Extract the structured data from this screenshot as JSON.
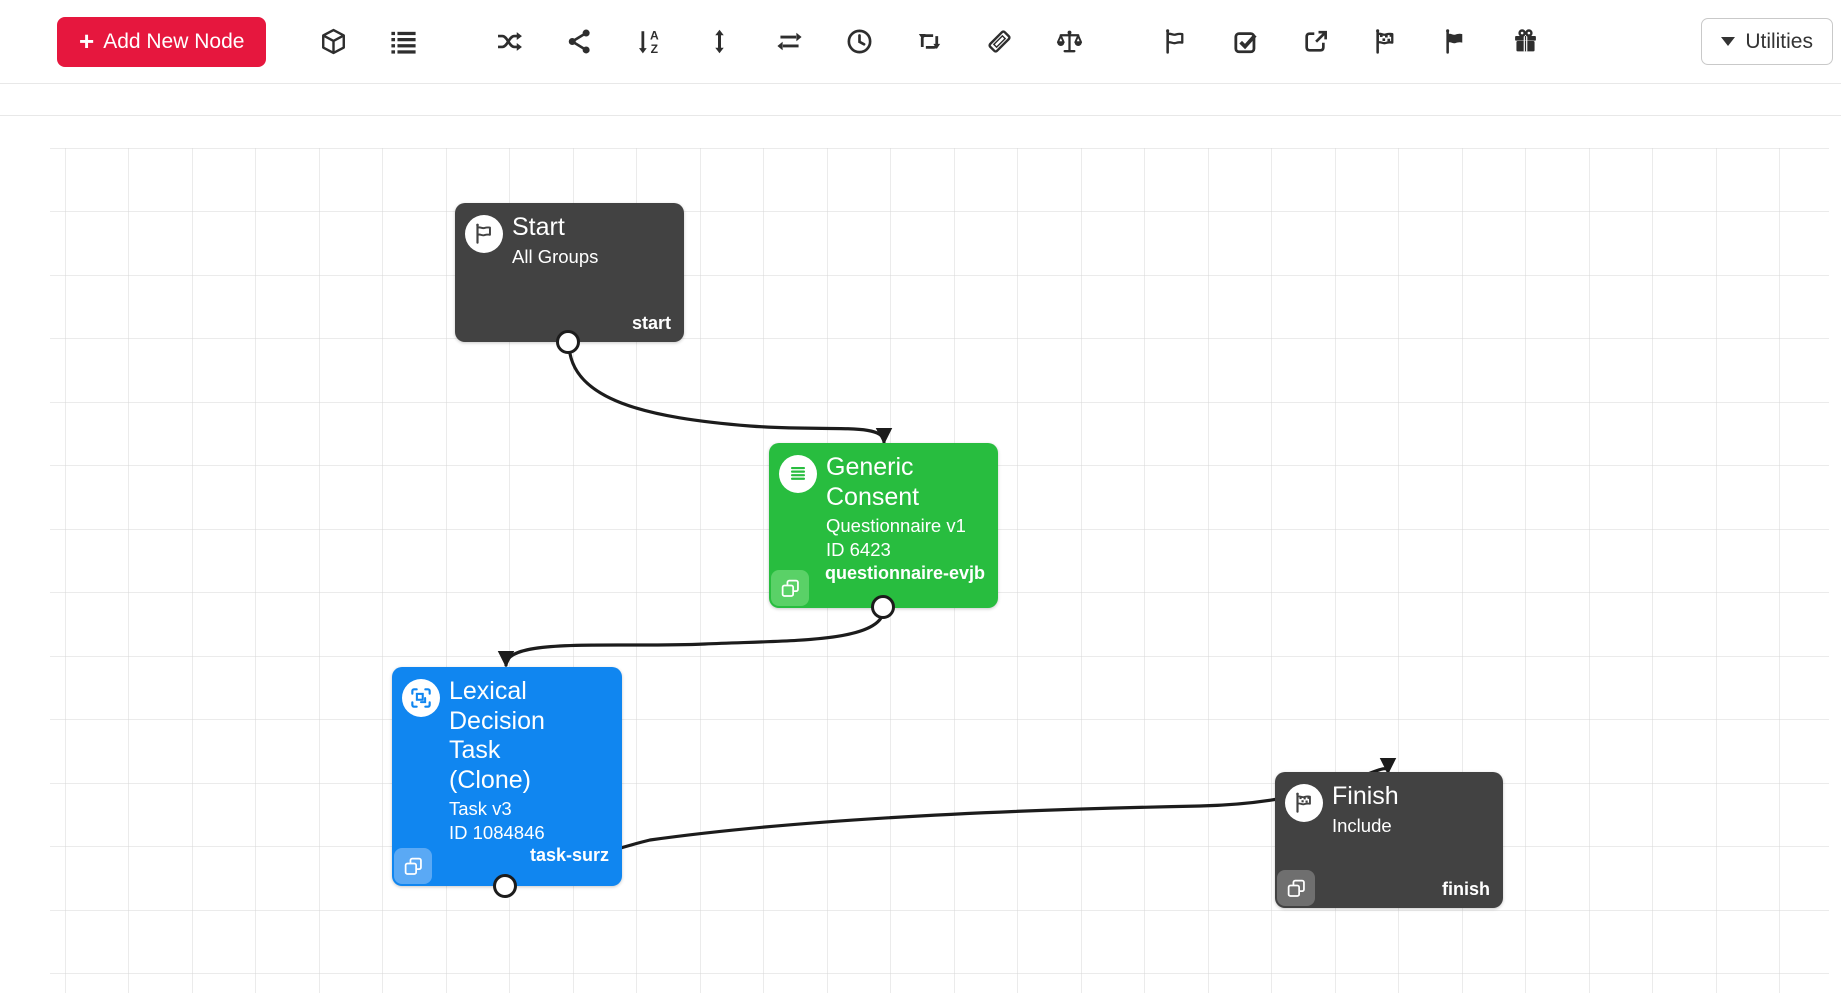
{
  "toolbar": {
    "add_node": {
      "plus": "+",
      "label": "Add New Node"
    },
    "icons": [
      "cube-icon",
      "list-icon",
      "shuffle-icon",
      "share-icon",
      "sort-alpha-down-icon",
      "arrows-vertical-icon",
      "exchange-icon",
      "clock-icon",
      "retweet-icon",
      "ticket-icon",
      "balance-scale-icon",
      "flag-outline-icon",
      "check-square-icon",
      "external-link-icon",
      "flag-checkered-icon",
      "flag-solid-icon",
      "gift-icon"
    ],
    "utilities": {
      "label": "Utilities"
    }
  },
  "nodes": {
    "start": {
      "type": "start",
      "icon": "flag-icon",
      "title": "Start",
      "subtitle1": "All Groups",
      "corner_label": "start",
      "color": "#424242"
    },
    "consent": {
      "type": "questionnaire",
      "icon": "questionnaire-icon",
      "title": "Generic Consent",
      "subtitle1": "Questionnaire v1",
      "subtitle2": "ID 6423",
      "corner_label": "questionnaire-evjb",
      "color": "#28bd3f"
    },
    "task": {
      "type": "task",
      "icon": "task-icon",
      "title": "Lexical Decision Task (Clone)",
      "subtitle1": "Task v3",
      "subtitle2": "ID 1084846",
      "corner_label": "task-surz",
      "color": "#1086f0"
    },
    "finish": {
      "type": "finish",
      "icon": "flag-checkered-icon",
      "title": "Finish",
      "subtitle1": "Include",
      "corner_label": "finish",
      "color": "#424242"
    }
  },
  "edges": [
    {
      "from": "start",
      "to": "consent"
    },
    {
      "from": "consent",
      "to": "task"
    },
    {
      "from": "task",
      "to": "finish"
    }
  ],
  "colors": {
    "edge": "#1c1c1c",
    "grid_line": "#d7d7d7",
    "accent_red": "#e6173e"
  }
}
